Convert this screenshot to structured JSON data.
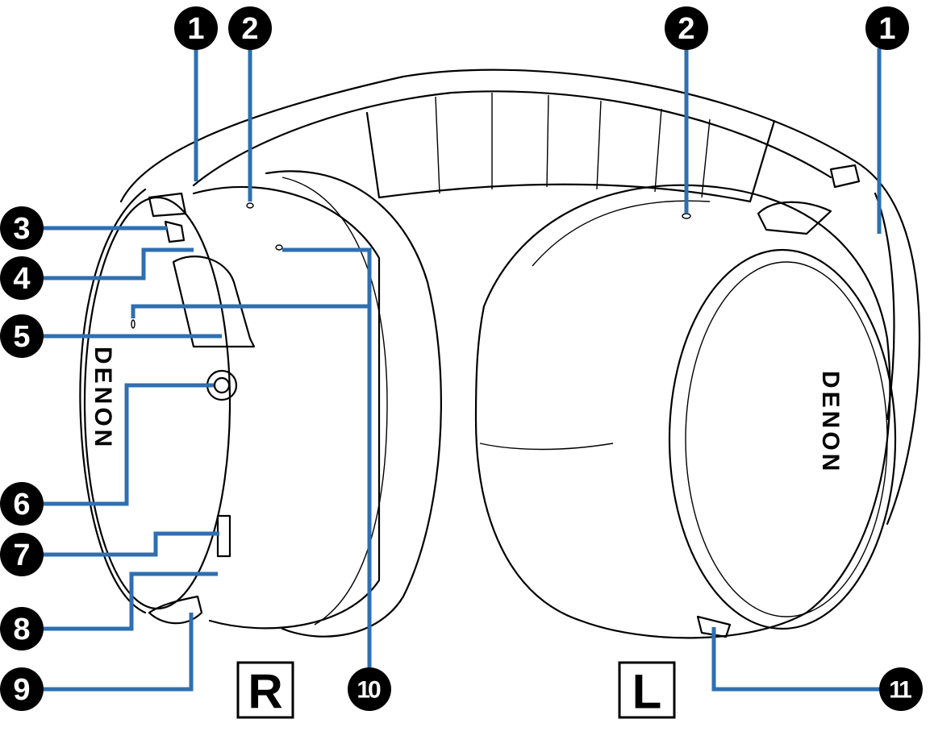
{
  "diagram": {
    "subject": "headphones-parts",
    "side_labels": {
      "right": "R",
      "left": "L"
    },
    "logo_text": "DENON",
    "callouts": [
      {
        "id": "c1-left",
        "label": "1"
      },
      {
        "id": "c2-left",
        "label": "2"
      },
      {
        "id": "c2-right",
        "label": "2"
      },
      {
        "id": "c1-right",
        "label": "1"
      },
      {
        "id": "c3",
        "label": "3"
      },
      {
        "id": "c4",
        "label": "4"
      },
      {
        "id": "c5",
        "label": "5"
      },
      {
        "id": "c6",
        "label": "6"
      },
      {
        "id": "c7",
        "label": "7"
      },
      {
        "id": "c8",
        "label": "8"
      },
      {
        "id": "c9",
        "label": "9"
      },
      {
        "id": "c10",
        "label": "10"
      },
      {
        "id": "c11",
        "label": "11"
      }
    ],
    "colors": {
      "leader": "#2e6fb0",
      "callout_fill": "#000000",
      "outline": "#000000"
    }
  }
}
